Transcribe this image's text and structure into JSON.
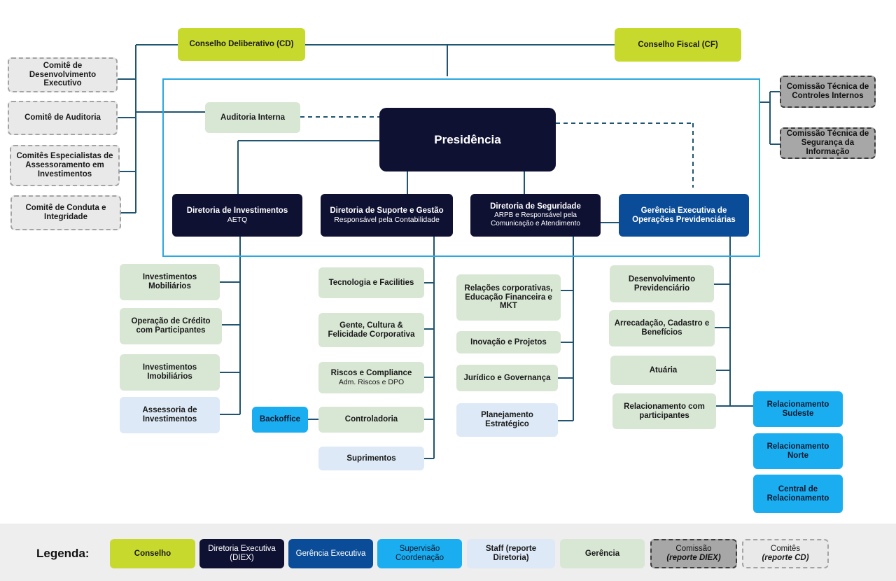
{
  "colors": {
    "conselho": "#c8d92e",
    "diretoria": "#0f1133",
    "gerencia_executiva": "#0a4c97",
    "supervisao": "#1aaef1",
    "staff": "#dde9f6",
    "gerencia": "#d8e6d4",
    "comissao": "#a7a7a7",
    "comites": "#e9e9e9",
    "connector": "#1f5570",
    "frame": "#29a9e0"
  },
  "conselhos": {
    "deliberativo": "Conselho Deliberativo (CD)",
    "fiscal": "Conselho Fiscal (CF)"
  },
  "comites": {
    "desenvolvimento": "Comitê de Desenvolvimento Executivo",
    "auditoria": "Comitê de Auditoria",
    "especialistas": "Comitês Especialistas de Assessoramento em Investimentos",
    "conduta": "Comitê de Conduta e Integridade"
  },
  "comissoes": {
    "controles": "Comissão Técnica de Controles Internos",
    "seguranca": "Comissão Técnica de Segurança da Informação"
  },
  "auditoria_interna": "Auditoria Interna",
  "presidencia": "Presidência",
  "diretorias": {
    "investimentos": {
      "title": "Diretoria de Investimentos",
      "sub": "AETQ"
    },
    "suporte": {
      "title": "Diretoria de Suporte e Gestão",
      "sub": "Responsável pela Contabilidade"
    },
    "seguridade": {
      "title": "Diretoria de Seguridade",
      "sub": "ARPB e Responsável pela Comunicação e Atendimento"
    },
    "gerencia_exec": {
      "title": "Gerência Executiva de Operações Previdenciárias"
    }
  },
  "investimentos_units": [
    "Investimentos Mobiliários",
    "Operação de Crédito com Participantes",
    "Investimentos Imobiliários",
    "Assessoria de Investimentos"
  ],
  "suporte_units": {
    "tecnologia": "Tecnologia e Facilities",
    "gente": "Gente, Cultura & Felicidade Corporativa",
    "riscos": "Riscos e Compliance",
    "riscos_sub": "Adm. Riscos e DPO",
    "controladoria": "Controladoria",
    "suprimentos": "Suprimentos",
    "backoffice": "Backoffice"
  },
  "seguridade_units": [
    "Relações corporativas, Educação Financeira e MKT",
    "Inovação e Projetos",
    "Jurídico e Governança",
    "Planejamento Estratégico"
  ],
  "operacoes_units": [
    "Desenvolvimento Previdenciário",
    "Arrecadação, Cadastro e Benefícios",
    "Atuária",
    "Relacionamento com participantes"
  ],
  "relacionamento_units": [
    "Relacionamento Sudeste",
    "Relacionamento Norte",
    "Central de Relacionamento"
  ],
  "legend": {
    "title": "Legenda:",
    "conselho": "Conselho",
    "diretoria": "Diretoria Executiva (DIEX)",
    "gerencia_executiva": "Gerência Executiva",
    "supervisao": "Supervisão Coordenação",
    "staff": "Staff (reporte Diretoria)",
    "gerencia": "Gerência",
    "comissao_label": "Comissão",
    "comissao_note": "(reporte DIEX)",
    "comites_label": "Comitês",
    "comites_note": "(reporte CD)"
  }
}
